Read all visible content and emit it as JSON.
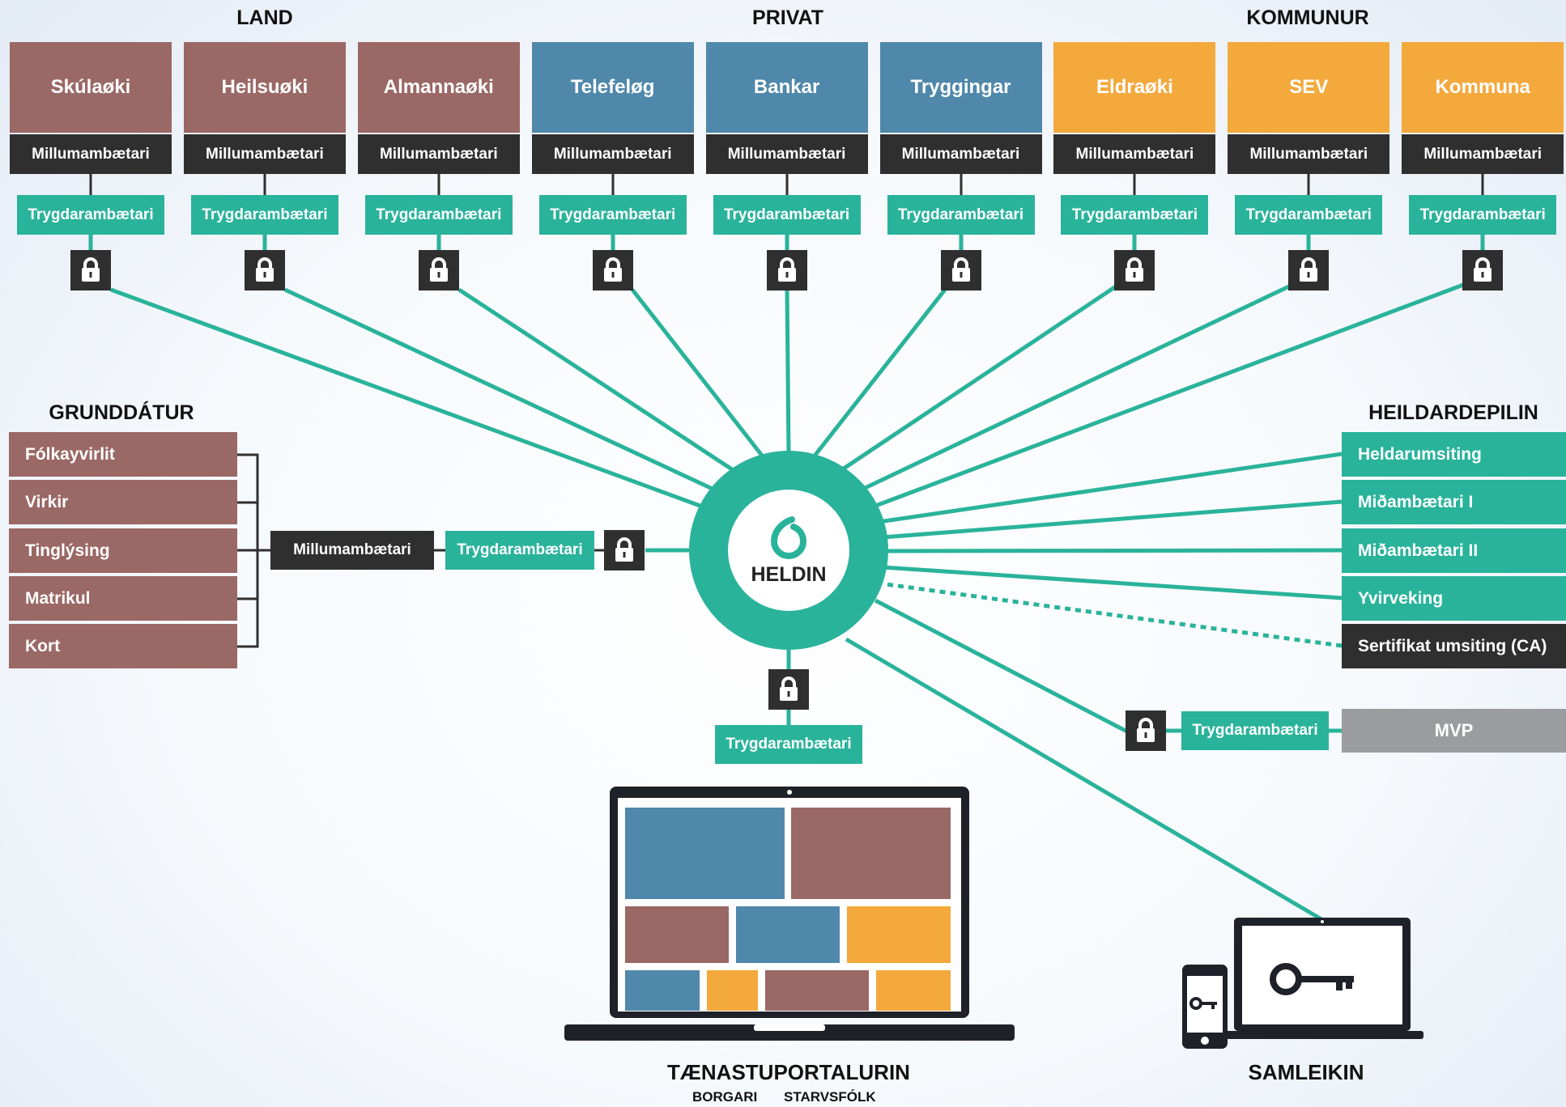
{
  "groups": {
    "land": "LAND",
    "privat": "PRIVAT",
    "kommunur": "KOMMUNUR",
    "grunddatur": "GRUNDDÁTUR",
    "heildardepilin": "HEILDARDEPILIN"
  },
  "top_nodes": [
    {
      "label": "Skúlaøki",
      "middleware": "Millumambætari",
      "security": "Trygdarambætari",
      "color": "#9a6865"
    },
    {
      "label": "Heilsuøki",
      "middleware": "Millumambætari",
      "security": "Trygdarambætari",
      "color": "#9a6865"
    },
    {
      "label": "Almannaøki",
      "middleware": "Millumambætari",
      "security": "Trygdarambætari",
      "color": "#9a6865"
    },
    {
      "label": "Telefeløg",
      "middleware": "Millumambætari",
      "security": "Trygdarambætari",
      "color": "#4f88aa"
    },
    {
      "label": "Bankar",
      "middleware": "Millumambætari",
      "security": "Trygdarambætari",
      "color": "#4f88aa"
    },
    {
      "label": "Tryggingar",
      "middleware": "Millumambætari",
      "security": "Trygdarambætari",
      "color": "#4f88aa"
    },
    {
      "label": "Eldraøki",
      "middleware": "Millumambætari",
      "security": "Trygdarambætari",
      "color": "#f4a93d"
    },
    {
      "label": "SEV",
      "middleware": "Millumambætari",
      "security": "Trygdarambætari",
      "color": "#f4a93d"
    },
    {
      "label": "Kommuna",
      "middleware": "Millumambætari",
      "security": "Trygdarambætari",
      "color": "#f4a93d"
    }
  ],
  "left_nodes": [
    "Fólkayvirlit",
    "Virkir",
    "Tinglýsing",
    "Matrikul",
    "Kort"
  ],
  "left_middleware": "Millumambætari",
  "left_security": "Trygdarambætari",
  "right_nodes": [
    "Heldarumsiting",
    "Miðambætari I",
    "Miðambætari II",
    "Yvirveking",
    "Sertifikat umsiting (CA)"
  ],
  "mvp": {
    "label": "MVP",
    "security": "Trygdarambætari"
  },
  "hub": {
    "label": "HELDIN"
  },
  "portal": {
    "security": "Trygdarambætari",
    "title": "TÆNASTUPORTALURIN",
    "sub1": "BORGARI",
    "sub2": "STARVSFÓLK"
  },
  "samleikin": {
    "title": "SAMLEIKIN"
  },
  "colors": {
    "teal": "#2ab39b",
    "dark": "#2f2f2f",
    "rose": "#9a6865",
    "blue": "#4f88aa",
    "orange": "#f4a93d",
    "grey": "#9a9c9e"
  }
}
